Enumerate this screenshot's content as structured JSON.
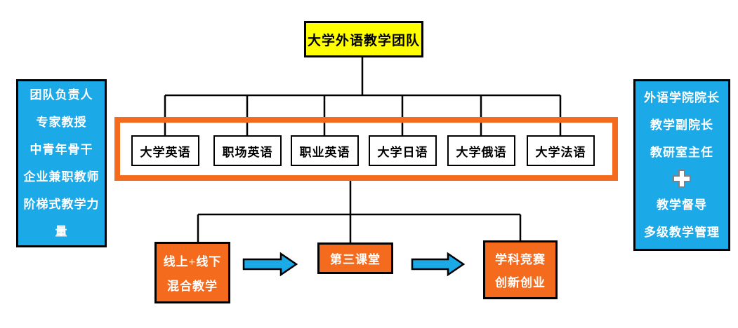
{
  "diagram_title": "大学外语教学团队",
  "colors": {
    "root_fill": "#FFFF00",
    "panel_fill": "#1BA9E8",
    "accent_orange": "#F56B1E",
    "arrow_fill": "#1BA9E8",
    "line": "#000000",
    "text_dark": "#000000",
    "text_light": "#FFFFFF"
  },
  "root": {
    "label": "大学外语教学团队"
  },
  "left_panel": {
    "lines": [
      "团队负责人",
      "专家教授",
      "中青年骨干",
      "企业兼职教师",
      "阶梯式教学力量"
    ]
  },
  "right_panel": {
    "lines_top": [
      "外语学院院长",
      "教学副院长",
      "教研室主任"
    ],
    "plus_icon": "plus",
    "lines_bottom": [
      "教学督导",
      "多级教学管理"
    ]
  },
  "courses": [
    "大学英语",
    "职场英语",
    "职业英语",
    "大学日语",
    "大学俄语",
    "大学法语"
  ],
  "flow": {
    "box1": {
      "line1": "线上+线下",
      "line2": "混合教学"
    },
    "arrow1_icon": "block-arrow-right",
    "box2": {
      "line1": "第三课堂"
    },
    "arrow2_icon": "block-arrow-right",
    "box3": {
      "line1": "学科竞赛",
      "line2": "创新创业"
    }
  }
}
